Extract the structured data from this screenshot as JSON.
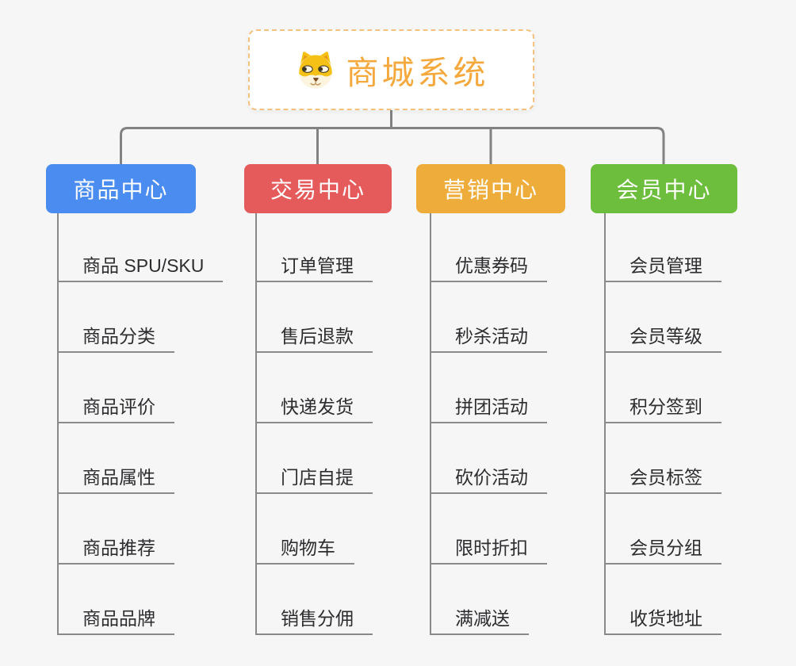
{
  "canvas": {
    "background": "#F5F6F5"
  },
  "root": {
    "title": "商城系统",
    "icon": "dog-face-icon",
    "title_color": "#F5A83C",
    "border_color": "#F2C27E"
  },
  "connectors": {
    "main_color": "#828282",
    "sub_color": "#8A8A8A"
  },
  "branches": [
    {
      "id": "product-center",
      "label": "商品中心",
      "color": "#4A8CF0",
      "children": [
        "商品 SPU/SKU",
        "商品分类",
        "商品评价",
        "商品属性",
        "商品推荐",
        "商品品牌"
      ]
    },
    {
      "id": "trade-center",
      "label": "交易中心",
      "color": "#E55A5A",
      "children": [
        "订单管理",
        "售后退款",
        "快递发货",
        "门店自提",
        "购物车",
        "销售分佣"
      ]
    },
    {
      "id": "marketing-center",
      "label": "营销中心",
      "color": "#EEAD3B",
      "children": [
        "优惠券码",
        "秒杀活动",
        "拼团活动",
        "砍价活动",
        "限时折扣",
        "满减送"
      ]
    },
    {
      "id": "member-center",
      "label": "会员中心",
      "color": "#6CBE3C",
      "children": [
        "会员管理",
        "会员等级",
        "积分签到",
        "会员标签",
        "会员分组",
        "收货地址"
      ]
    }
  ]
}
